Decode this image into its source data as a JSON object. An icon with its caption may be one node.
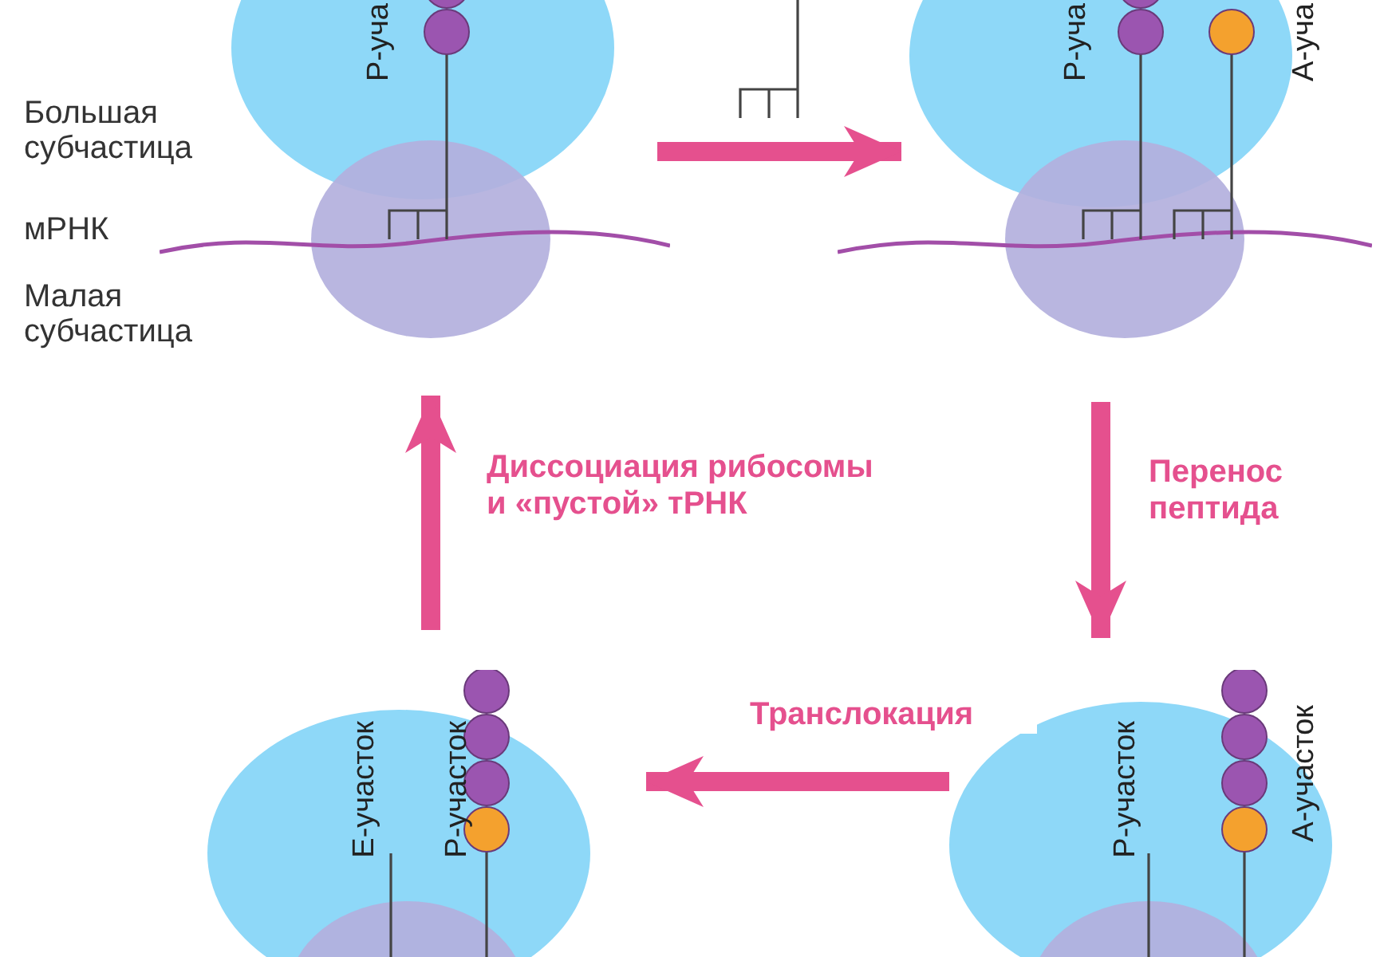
{
  "diagram": {
    "nodes": [
      {
        "text": [
          "Р-уча"
        ]
      },
      {
        "text": [
          "Р-уча",
          "А-уча"
        ]
      },
      {
        "text": [
          "Е-участок",
          "Р-участок"
        ]
      },
      {
        "text": [
          "Р-участок",
          "А-участок"
        ]
      }
    ],
    "edges": [
      {
        "from": 0,
        "to": 1,
        "arrow": "to"
      },
      {
        "from": 1,
        "to": 3,
        "arrow": "to",
        "label": "Перенос пептида"
      },
      {
        "from": 3,
        "to": 2,
        "arrow": "to",
        "label": "Транслокация"
      },
      {
        "from": 2,
        "to": 0,
        "arrow": "to",
        "label": "Диссоциация рибосомы и «пустой» тРНК"
      }
    ],
    "labels": [
      "Большая субчастица",
      "мРНК",
      "Малая субчастица"
    ]
  }
}
